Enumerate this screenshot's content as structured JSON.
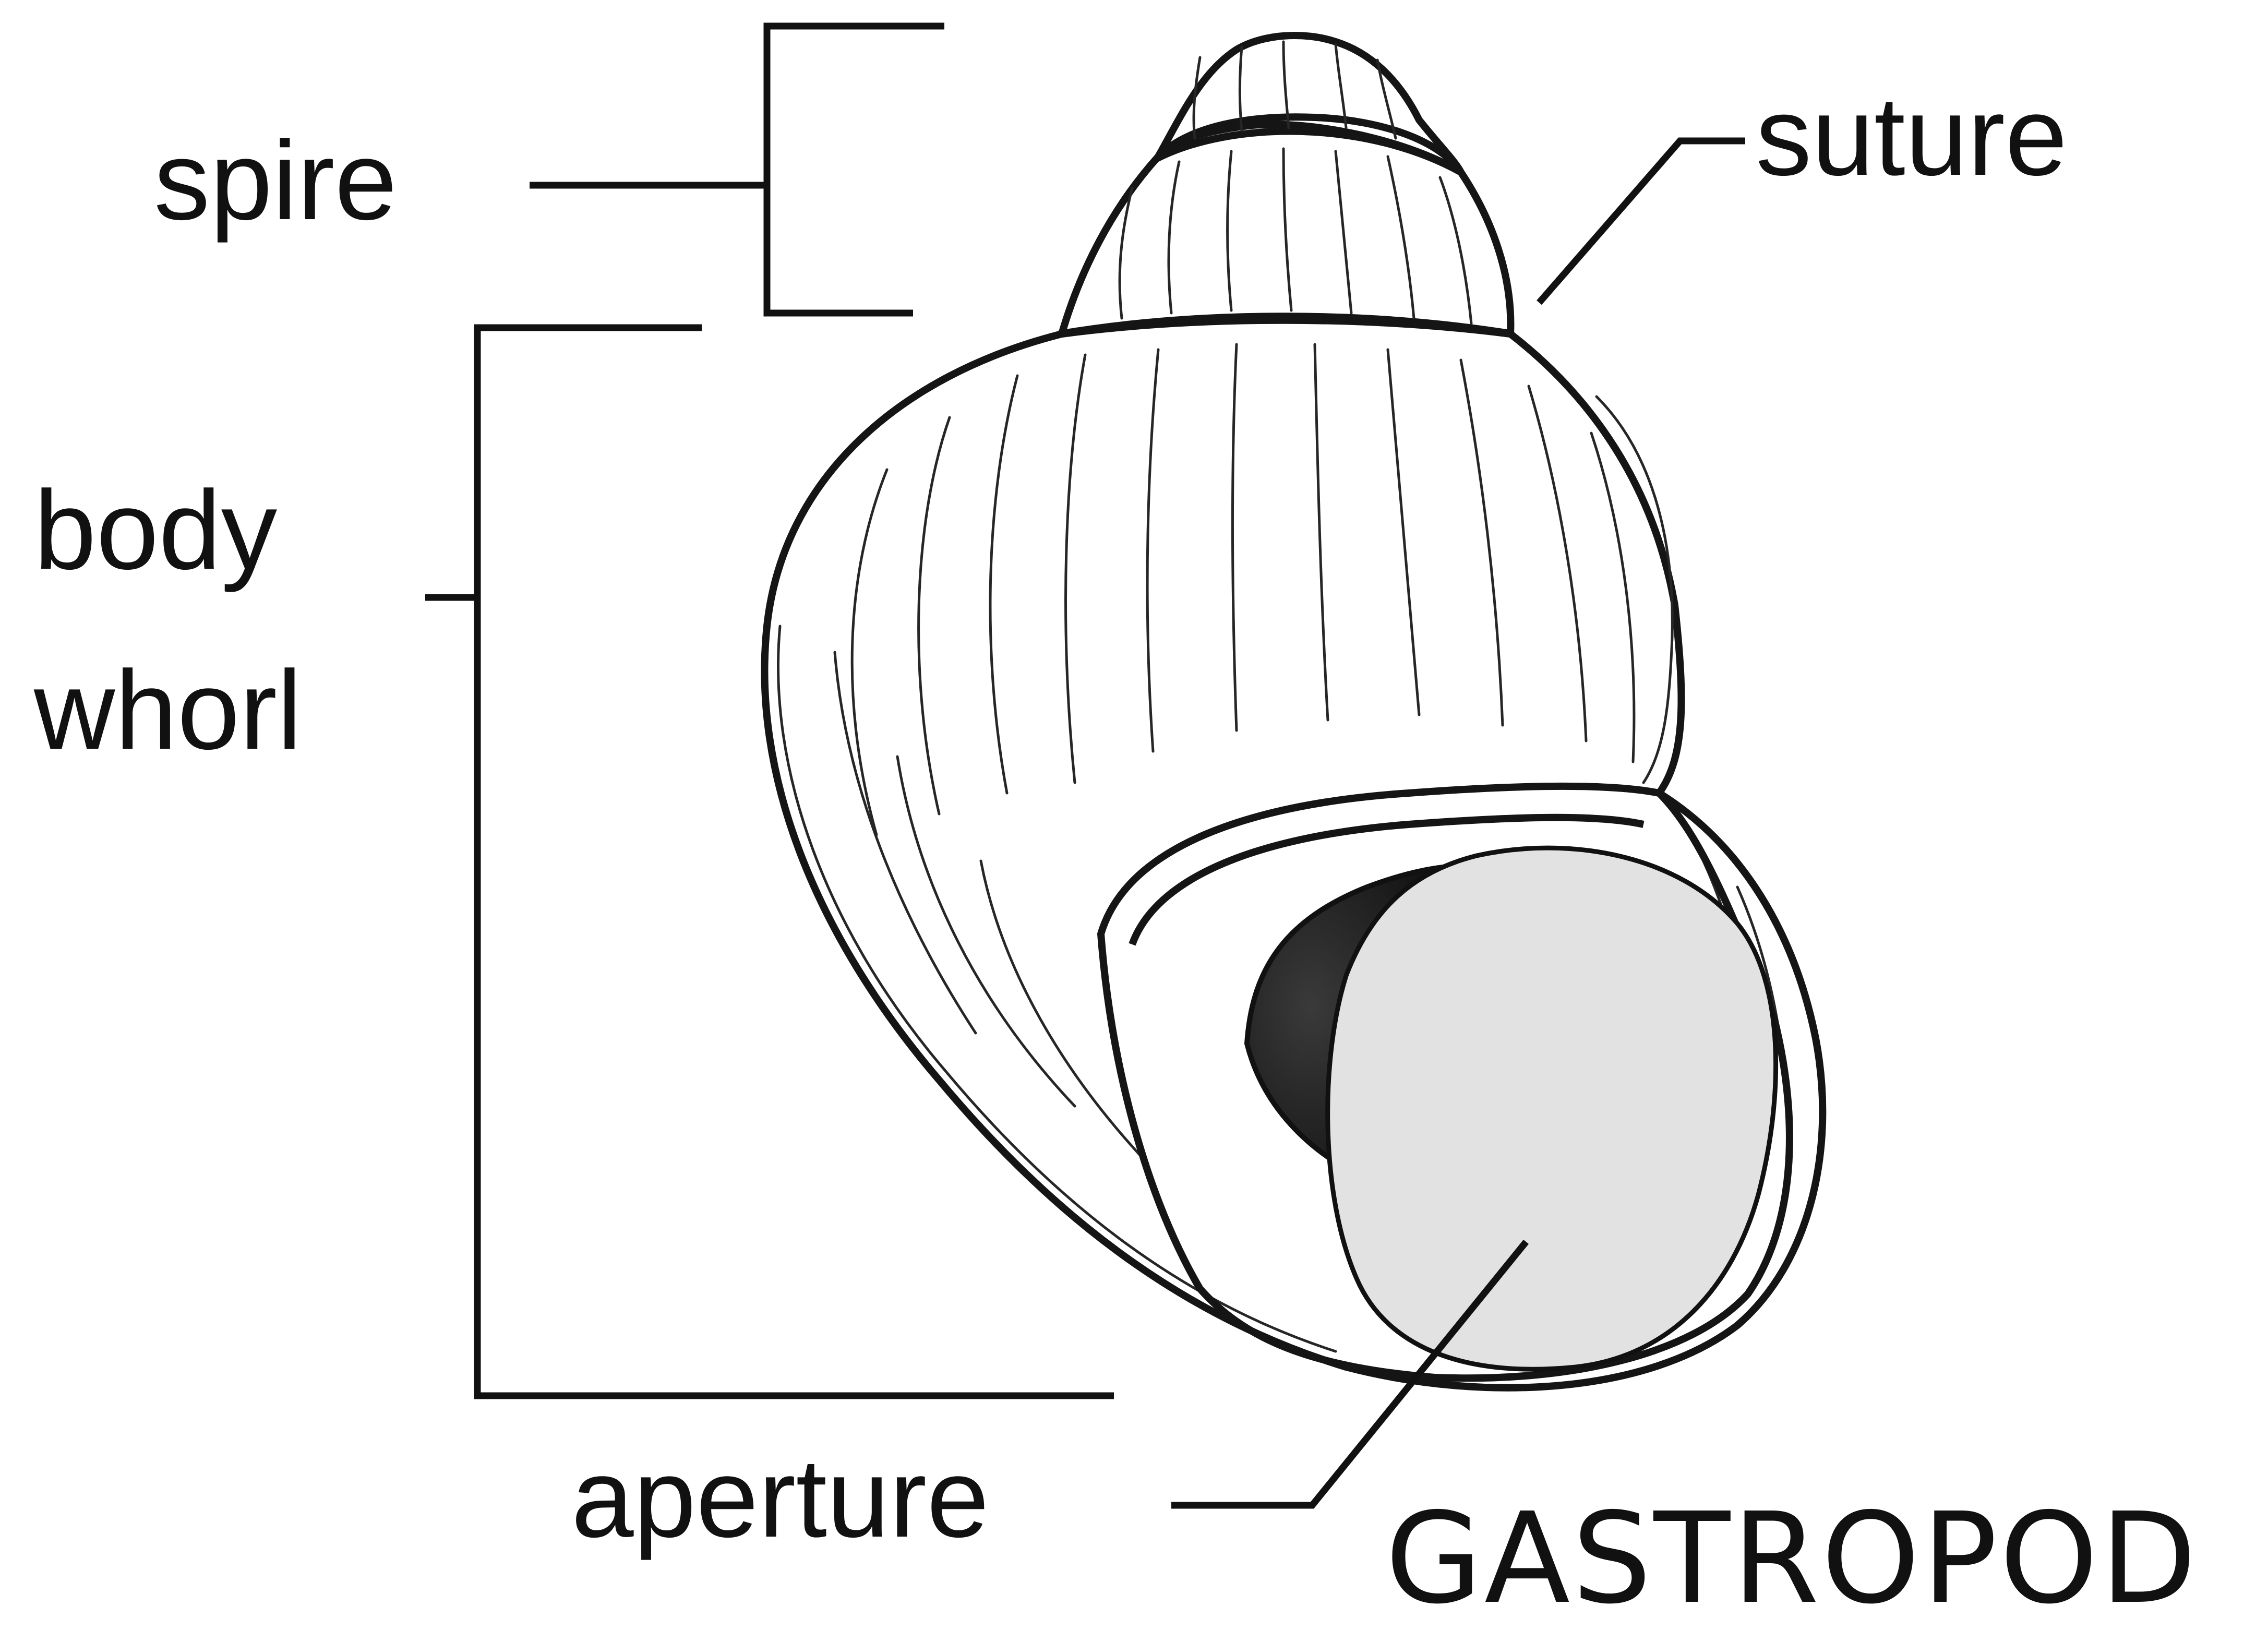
{
  "figure": {
    "title": "GASTROPOD",
    "labels": {
      "spire": "spire",
      "suture": "suture",
      "body_whorl_line1": "body",
      "body_whorl_line2": "whorl",
      "aperture": "aperture"
    },
    "colors": {
      "background": "#ffffff",
      "ink": "#111111",
      "aperture_fill": "#e2e2e2",
      "shell_fill": "#ffffff"
    }
  }
}
